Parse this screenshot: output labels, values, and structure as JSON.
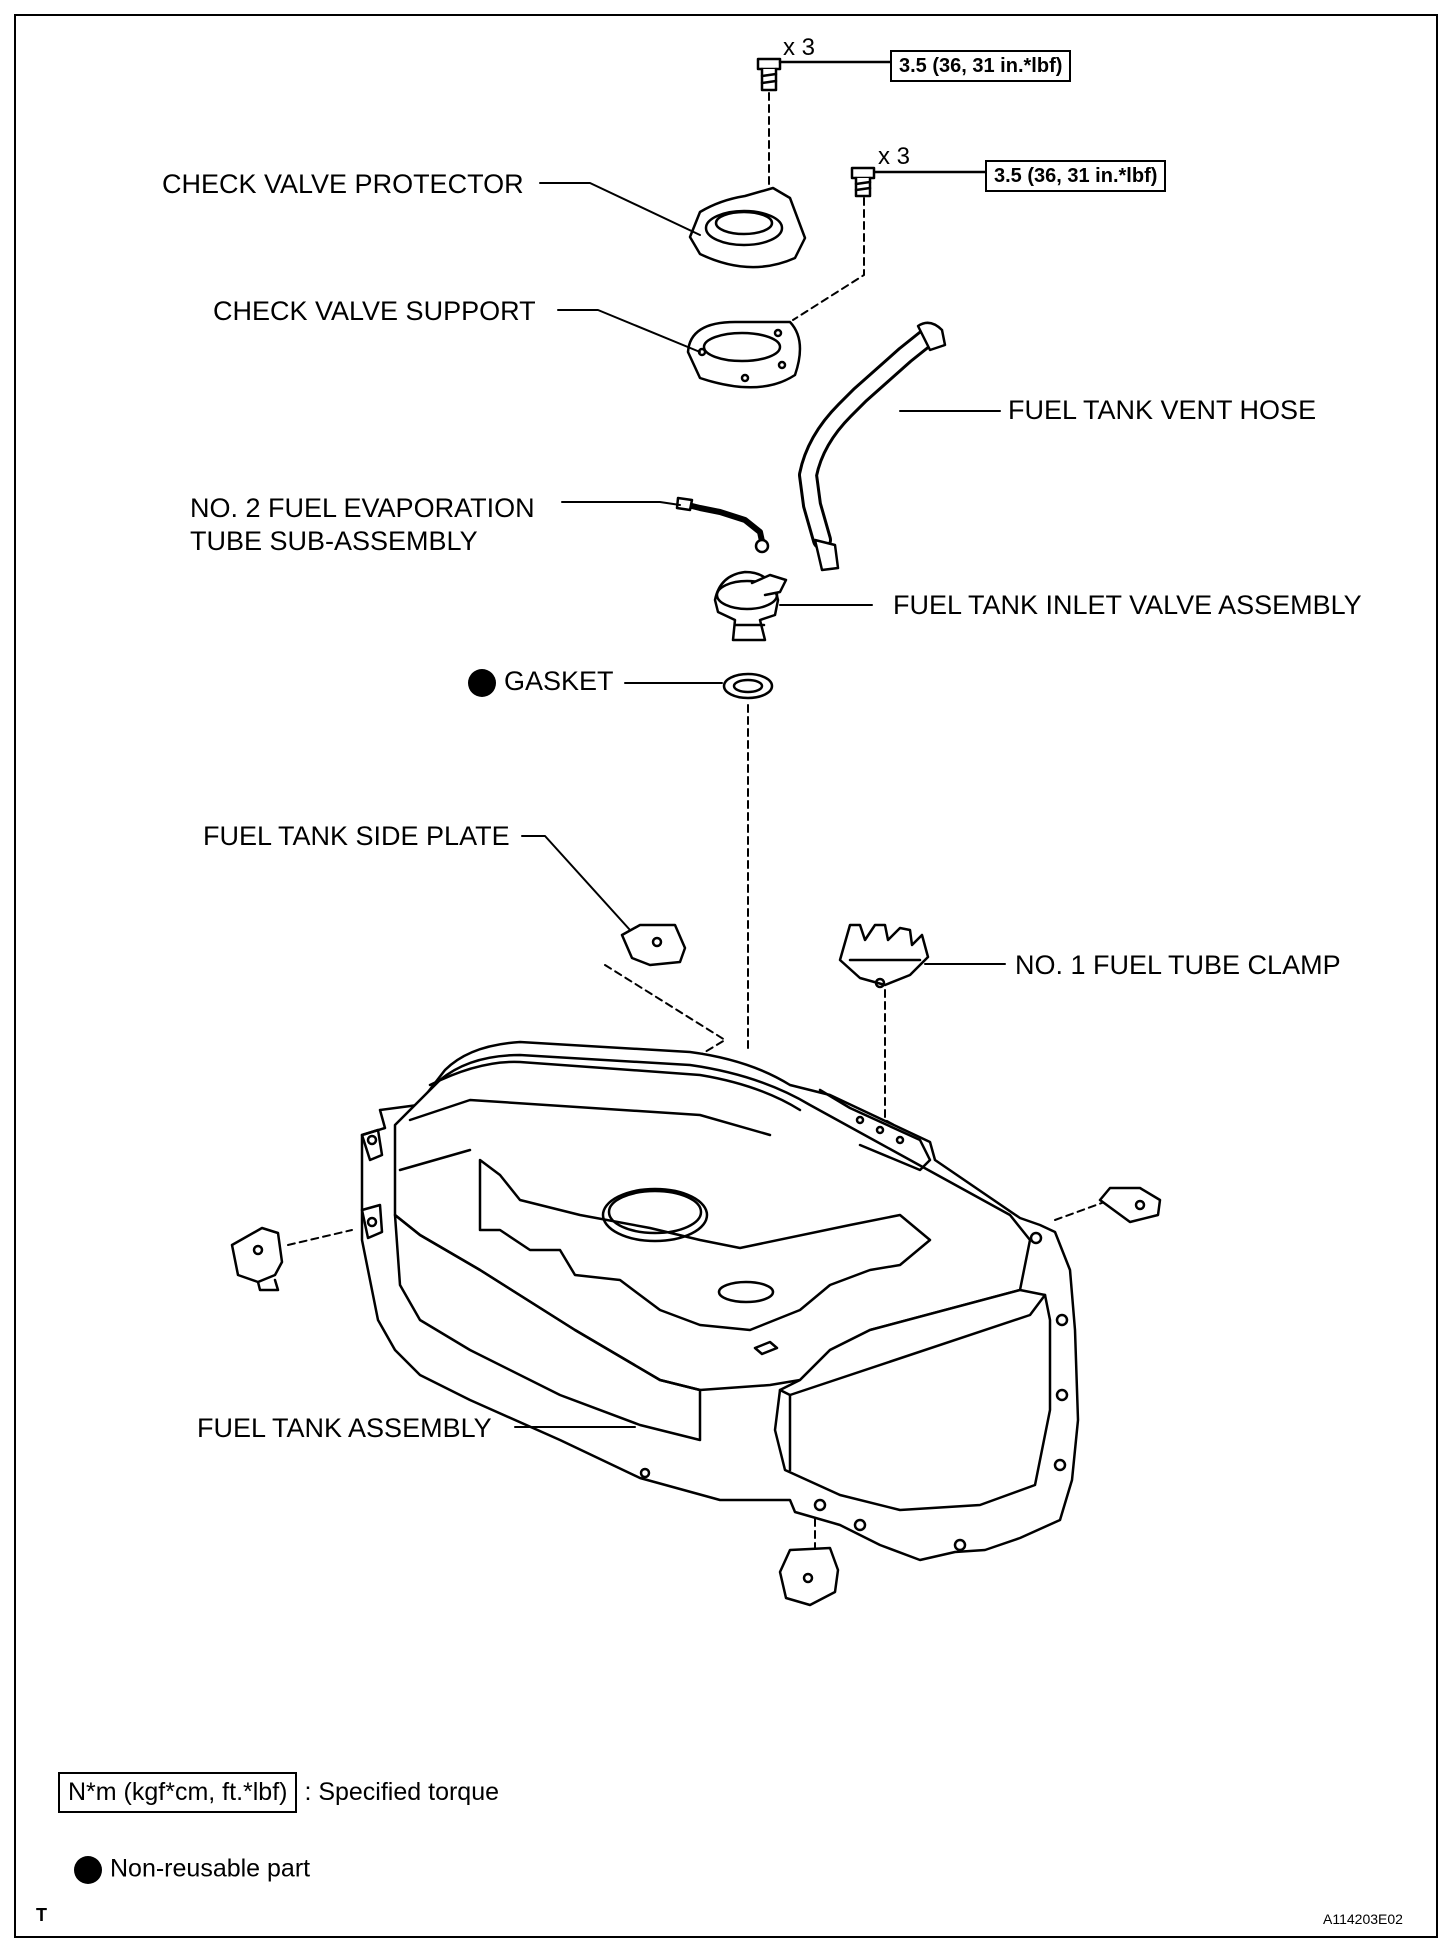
{
  "labels": {
    "check_valve_protector": "CHECK VALVE PROTECTOR",
    "check_valve_support": "CHECK VALVE SUPPORT",
    "fuel_tank_vent_hose": "FUEL TANK VENT HOSE",
    "evap_tube_line1": "NO. 2 FUEL EVAPORATION",
    "evap_tube_line2": "TUBE SUB-ASSEMBLY",
    "inlet_valve": "FUEL TANK INLET VALVE ASSEMBLY",
    "gasket": "GASKET",
    "side_plate": "FUEL TANK SIDE PLATE",
    "tube_clamp": "NO. 1 FUEL TUBE CLAMP",
    "tank_assembly": "FUEL TANK ASSEMBLY"
  },
  "bolts": [
    {
      "qty": "x 3",
      "torque": "3.5 (36, 31 in.*lbf)"
    },
    {
      "qty": "x 3",
      "torque": "3.5 (36, 31 in.*lbf)"
    }
  ],
  "legend": {
    "torque_units": "N*m (kgf*cm, ft.*lbf)",
    "torque_desc": ": Specified torque",
    "nonreusable_desc": "Non-reusable part"
  },
  "footer": {
    "left_code": "T",
    "right_code": "A114203E02"
  },
  "non_reusable_parts": [
    "GASKET"
  ]
}
